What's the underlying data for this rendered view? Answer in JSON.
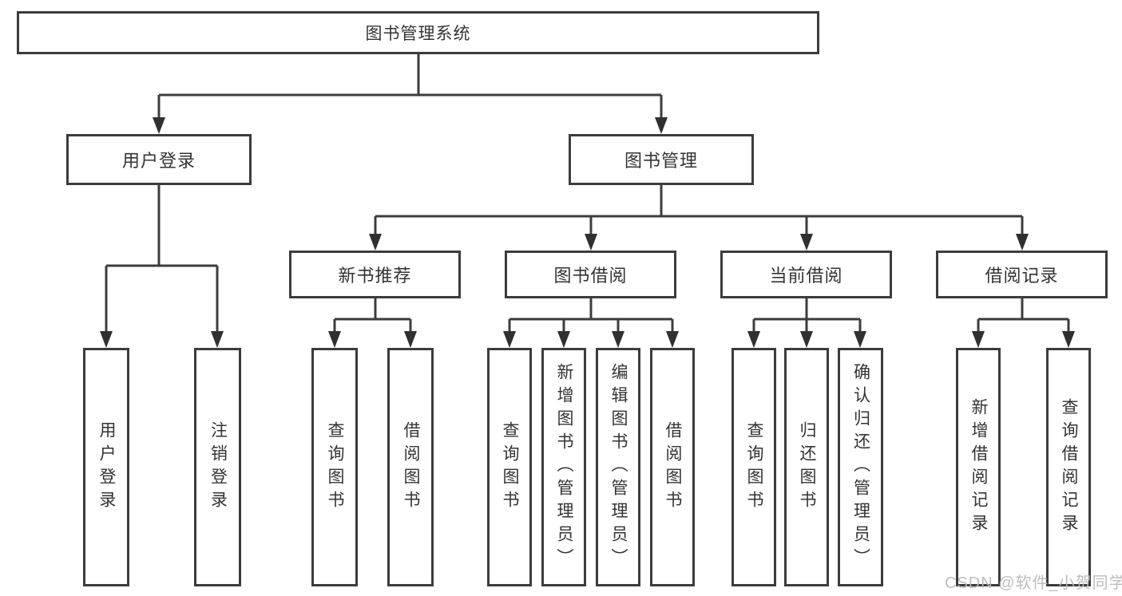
{
  "title": "图书管理系统",
  "level2": [
    {
      "label": "用户登录"
    },
    {
      "label": "图书管理"
    }
  ],
  "level3": [
    {
      "label": "新书推荐"
    },
    {
      "label": "图书借阅"
    },
    {
      "label": "当前借阅"
    },
    {
      "label": "借阅记录"
    }
  ],
  "leaves": [
    {
      "label": "用户登录"
    },
    {
      "label": "注销登录"
    },
    {
      "label": "查询图书"
    },
    {
      "label": "借阅图书"
    },
    {
      "label": "查询图书"
    },
    {
      "label": "新增图书（管理员）"
    },
    {
      "label": "编辑图书（管理员）"
    },
    {
      "label": "借阅图书"
    },
    {
      "label": "查询图书"
    },
    {
      "label": "归还图书"
    },
    {
      "label": "确认归还（管理员）"
    },
    {
      "label": "新增借阅记录"
    },
    {
      "label": "查询借阅记录"
    }
  ],
  "watermark": "CSDN @软件_小贺同学",
  "colors": {
    "line": "#3c3c3c",
    "box_border": "#3c3c3c",
    "text": "#333333",
    "watermark": "#b7b7b7",
    "background": "#ffffff"
  }
}
